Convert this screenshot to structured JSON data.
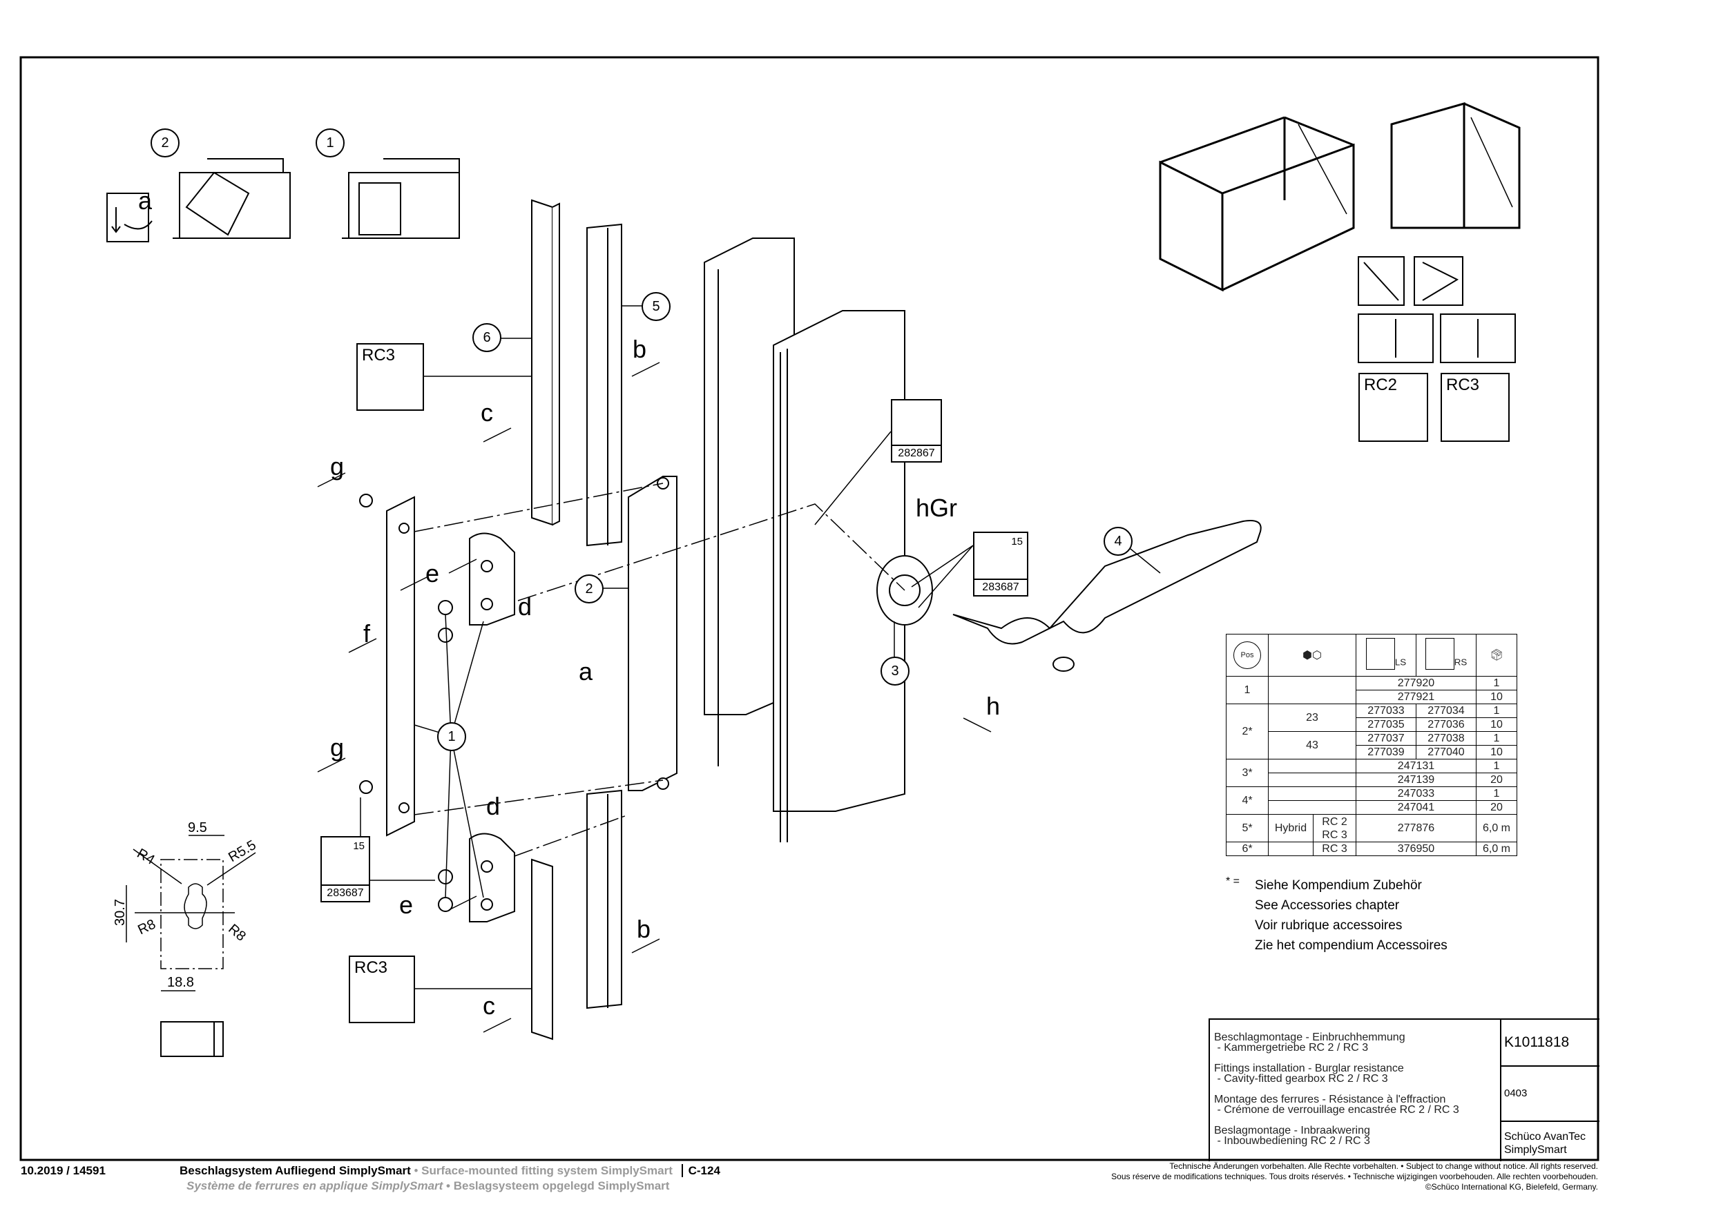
{
  "drawing": {
    "letters": [
      "a",
      "b",
      "c",
      "d",
      "e",
      "f",
      "g",
      "h",
      "hGr"
    ],
    "position_callouts": [
      "1",
      "2",
      "3",
      "4",
      "5",
      "6"
    ],
    "rc_labels": {
      "rc2": "RC2",
      "rc3": "RC3"
    },
    "article_boxes": [
      {
        "number": "282867"
      },
      {
        "number": "283687",
        "torx": "15"
      },
      {
        "number": "283687",
        "torx": "15"
      }
    ],
    "dimensions": {
      "width_top": "9.5",
      "r_top_left": "R4",
      "r_top_right": "R5.5",
      "height": "30.7",
      "r_left": "R8",
      "r_right": "R8",
      "width_bottom": "18.8"
    }
  },
  "parts_table": {
    "header": {
      "pos": "Pos",
      "ls": "LS",
      "rs": "RS"
    },
    "rows": [
      {
        "pos": "1",
        "col2": "",
        "ls": "277920",
        "rs": "",
        "pack": "1"
      },
      {
        "pos": "",
        "col2": "",
        "ls": "277921",
        "rs": "",
        "pack": "10"
      },
      {
        "pos": "2*",
        "col2": "23",
        "ls": "277033",
        "rs": "277034",
        "pack": "1"
      },
      {
        "pos": "",
        "col2": "",
        "ls": "277035",
        "rs": "277036",
        "pack": "10"
      },
      {
        "pos": "",
        "col2": "43",
        "ls": "277037",
        "rs": "277038",
        "pack": "1"
      },
      {
        "pos": "",
        "col2": "",
        "ls": "277039",
        "rs": "277040",
        "pack": "10"
      },
      {
        "pos": "3*",
        "col2": "",
        "ls": "247131",
        "rs": "",
        "pack": "1"
      },
      {
        "pos": "",
        "col2": "",
        "ls": "247139",
        "rs": "",
        "pack": "20"
      },
      {
        "pos": "4*",
        "col2": "",
        "ls": "247033",
        "rs": "",
        "pack": "1"
      },
      {
        "pos": "",
        "col2": "",
        "ls": "247041",
        "rs": "",
        "pack": "20"
      },
      {
        "pos": "5*",
        "col2": "Hybrid",
        "rc": "RC 2",
        "rc_b": "RC 3",
        "ls": "277876",
        "pack": "6,0 m"
      },
      {
        "pos": "6*",
        "col2": "",
        "rc": "RC 3",
        "ls": "376950",
        "pack": "6,0 m"
      }
    ],
    "footnote": {
      "mark": "* =",
      "lines": [
        "Siehe Kompendium Zubehör",
        "See Accessories chapter",
        "Voir rubrique accessoires",
        "Zie het compendium Accessoires"
      ]
    }
  },
  "title_block": {
    "descriptions": [
      {
        "l1": "Beschlagmontage - Einbruchhemmung",
        "l2": " - Kammergetriebe RC 2 / RC 3"
      },
      {
        "l1": "Fittings installation - Burglar resistance",
        "l2": " - Cavity-fitted gearbox RC 2 / RC 3"
      },
      {
        "l1": "Montage des ferrures - Résistance à l'effraction",
        "l2": " - Crémone de verrouillage encastrée RC 2 / RC 3"
      },
      {
        "l1": "Beslagmontage - Inbraakwering",
        "l2": " - Inbouwbediening RC 2 / RC 3"
      }
    ],
    "drawing_number": "K1011818",
    "code": "0403",
    "system_1": "Schüco AvanTec",
    "system_2": "SimplySmart"
  },
  "footer": {
    "date_ref": "10.2019 / 14591",
    "title_de": "Beschlagsystem Aufliegend SimplySmart",
    "sep": " • ",
    "title_en": "Surface-mounted fitting system SimplySmart",
    "page": "C-124",
    "title_fr": "Système de ferrures en applique SimplySmart",
    "title_nl": "Beslagsysteem opgelegd SimplySmart",
    "legal_1": "Technische Änderungen vorbehalten. Alle Rechte vorbehalten. • Subject to change without notice. All rights reserved.",
    "legal_2": "Sous réserve de modifications techniques. Tous droits réservés. • Technische wijzigingen voorbehouden. Alle rechten voorbehouden.",
    "legal_3": "©Schüco International KG, Bielefeld, Germany."
  }
}
